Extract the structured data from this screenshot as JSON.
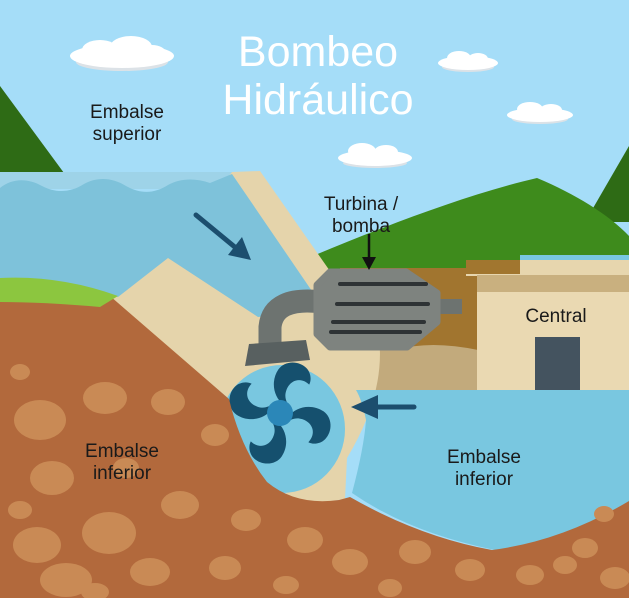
{
  "title": {
    "line1": "Bombeo",
    "line2": "Hidráulico"
  },
  "labels": {
    "upper_reservoir": {
      "line1": "Embalse",
      "line2": "superior"
    },
    "turbine_pump": {
      "line1": "Turbina /",
      "line2": "bomba"
    },
    "plant": {
      "text": "Central"
    },
    "lower_reservoir_left": {
      "line1": "Embalse",
      "line2": "inferior"
    },
    "lower_reservoir_right": {
      "line1": "Embalse",
      "line2": "inferior"
    }
  },
  "colors": {
    "sky": "#a5ddf8",
    "cloud": "#ffffff",
    "cloud_shadow": "#dce2e7",
    "title_text": "#ffffff",
    "label_text": "#1a1a1a",
    "dark_green": "#2e6b15",
    "hill_green": "#3e8b1c",
    "grass_green": "#8cc63f",
    "water_upper": "#7ec2da",
    "water_band": "#9ed3e8",
    "water_lower": "#79c7e0",
    "dam_sand": "#e5d4ab",
    "earth_brown": "#b2693c",
    "rock": "#c98a55",
    "ochre": "#a1752f",
    "khaki": "#c2aa7c",
    "building_face": "#ead9b2",
    "building_band": "#c9b07f",
    "roof_light": "#e7d6ae",
    "roof_brown": "#a1762f",
    "door": "#44535f",
    "machine_gray": "#7e837f",
    "machine_line": "#2e3335",
    "pipe_gray": "#6d7370",
    "flange_gray": "#586060",
    "propeller": "#15506e",
    "hub": "#2b87b8",
    "arrow": "#1c4e6e",
    "pointer": "#111111"
  }
}
